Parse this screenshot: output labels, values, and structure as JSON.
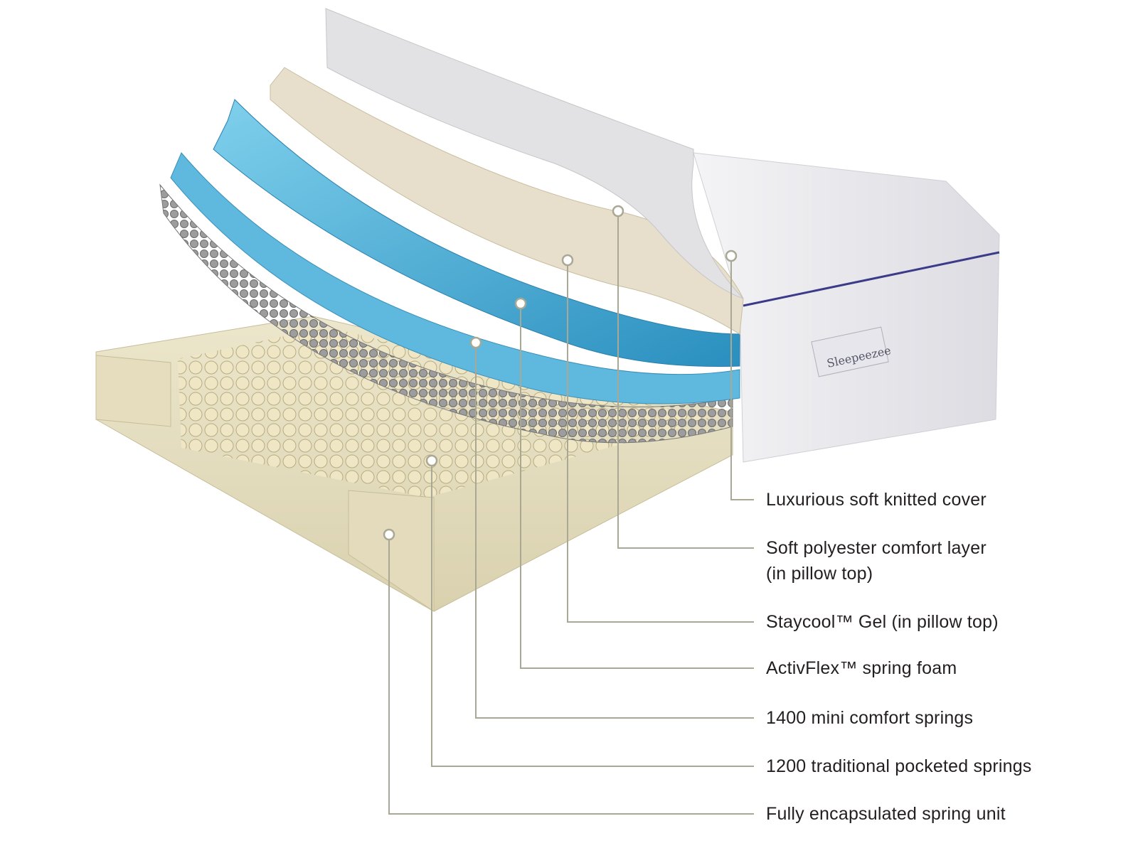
{
  "brand_logo": "Sleepeezee",
  "colors": {
    "leader_line": "#a9a894",
    "text": "#231f20",
    "gel": "#4fb3d6",
    "foam": "#e8e2c8",
    "springs": "#8a8a8a"
  },
  "labels": [
    {
      "id": "cover",
      "lines": [
        "Luxurious soft knitted cover"
      ]
    },
    {
      "id": "polyester",
      "lines": [
        "Soft polyester comfort layer",
        "(in pillow top)"
      ]
    },
    {
      "id": "gel",
      "lines": [
        "Staycool™ Gel (in pillow top)"
      ]
    },
    {
      "id": "activflex",
      "lines": [
        "ActivFlex™ spring foam"
      ]
    },
    {
      "id": "mini-springs",
      "lines": [
        "1400 mini comfort springs"
      ]
    },
    {
      "id": "pocketed-springs",
      "lines": [
        "1200 traditional pocketed springs"
      ]
    },
    {
      "id": "encapsulated",
      "lines": [
        "Fully encapsulated spring unit"
      ]
    }
  ]
}
